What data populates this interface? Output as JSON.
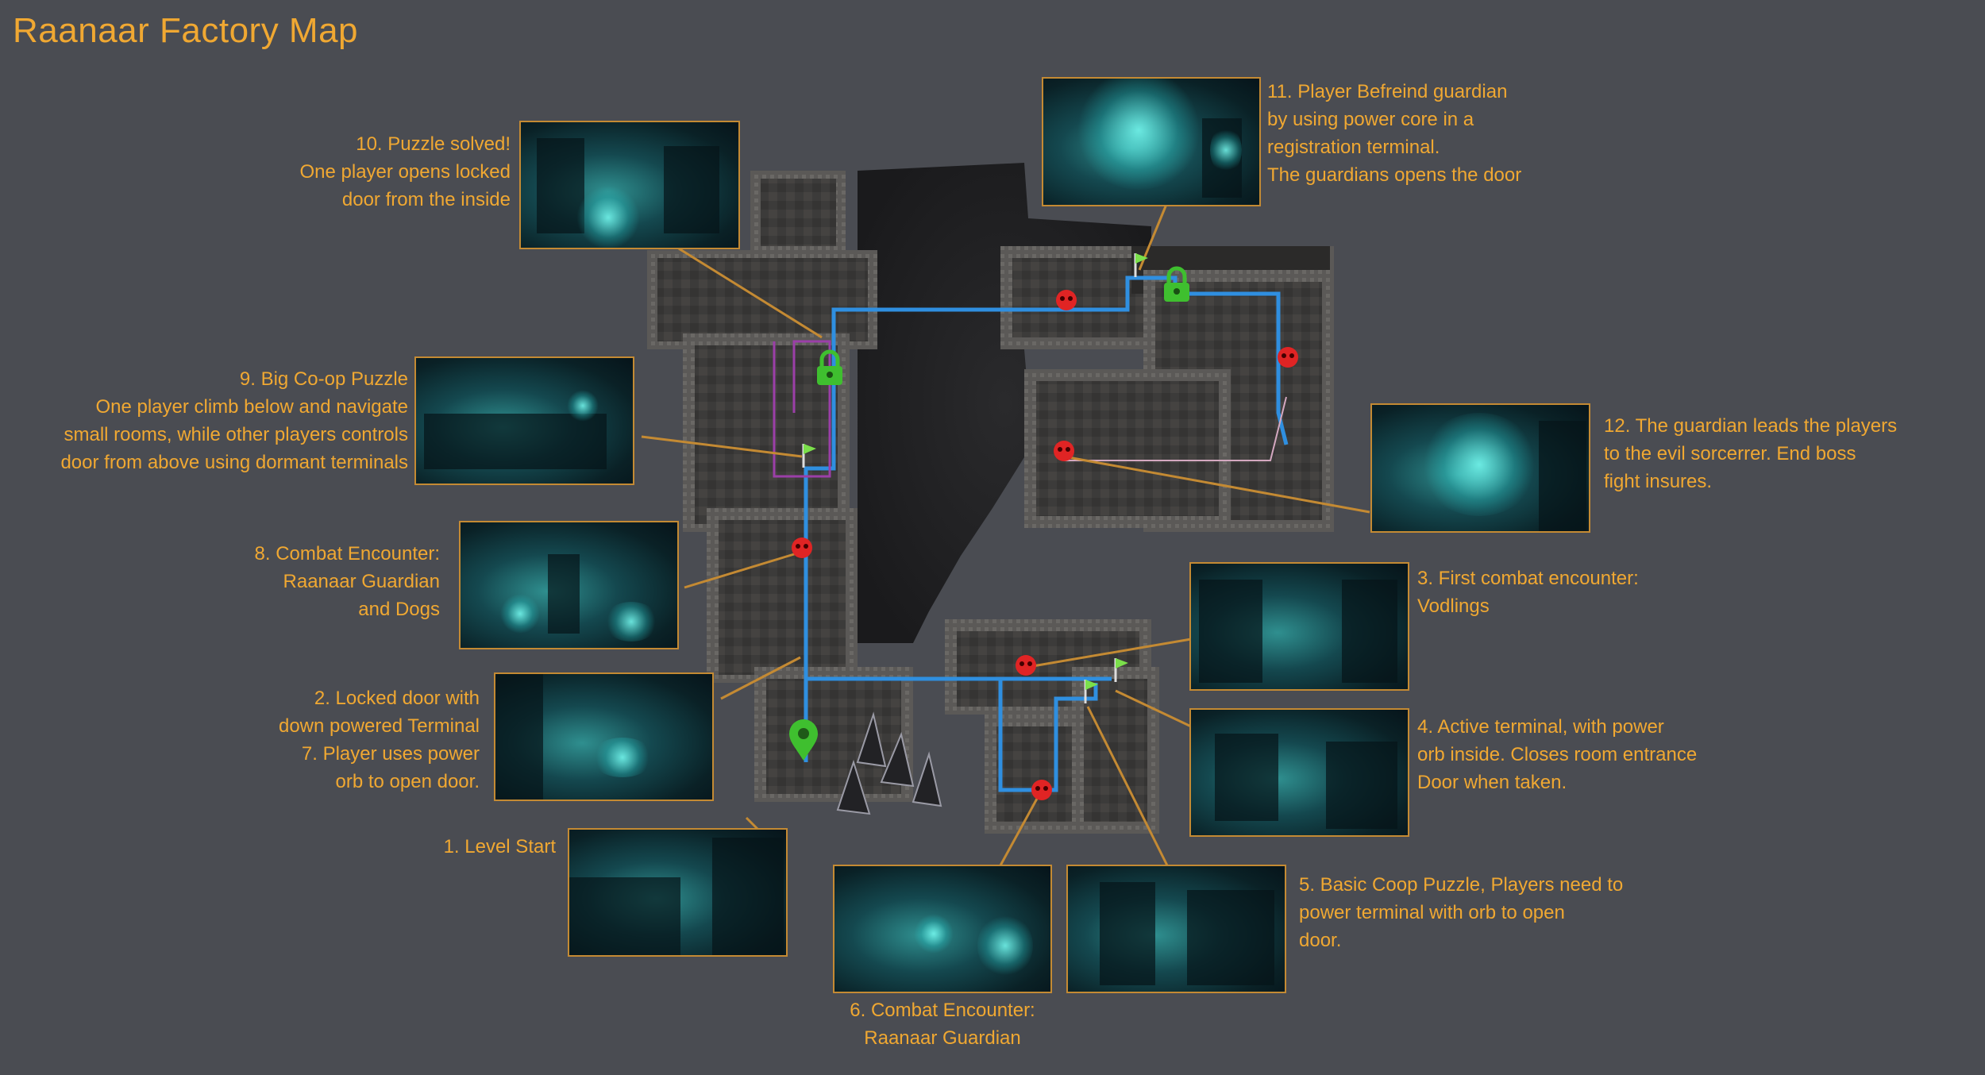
{
  "title": "Raanaar Factory Map",
  "colors": {
    "background": "#4a4c52",
    "caption": "#f0a832",
    "leader_line": "#c48a33",
    "player_path": "#2f8fe0",
    "puzzle_path": "#9b3fa8",
    "enemy_marker": "#e02424",
    "lock_marker": "#3fbf2f",
    "flag_marker": "#7be04b"
  },
  "legend_icons": {
    "enemy": "skull-icon",
    "locked_door": "padlock-icon",
    "checkpoint": "flag-icon",
    "start": "location-pin-icon"
  },
  "annotations": [
    {
      "id": "1",
      "caption": "1. Level Start",
      "icon": "location-pin-icon"
    },
    {
      "id": "2",
      "caption": "2. Locked door with\ndown powered Terminal\n7. Player uses power\norb to open door."
    },
    {
      "id": "3",
      "caption": "3. First combat encounter:\nVodlings",
      "icon": "skull-icon"
    },
    {
      "id": "4",
      "caption": "4. Active terminal, with power\norb inside. Closes room entrance\nDoor when taken.",
      "icon": "flag-icon"
    },
    {
      "id": "5",
      "caption": "5. Basic Coop Puzzle, Players need to\npower terminal with orb to open\ndoor.",
      "icon": "flag-icon"
    },
    {
      "id": "6",
      "caption": "6. Combat Encounter:\nRaanaar Guardian",
      "icon": "skull-icon"
    },
    {
      "id": "8",
      "caption": "8. Combat Encounter:\nRaanaar Guardian\nand Dogs",
      "icon": "skull-icon"
    },
    {
      "id": "9",
      "caption": "9. Big Co-op Puzzle\nOne player climb below and navigate\nsmall rooms, while other players controls\ndoor from above using dormant terminals",
      "icon": "flag-icon"
    },
    {
      "id": "10",
      "caption": "10. Puzzle solved!\nOne player opens locked\ndoor from the inside",
      "icon": "padlock-icon"
    },
    {
      "id": "11",
      "caption": "11. Player Befreind guardian\nby using power core in a\nregistration terminal.\nThe guardians opens the door",
      "icon": "flag-icon"
    },
    {
      "id": "12",
      "caption": "12. The guardian leads the players\nto the evil sorcerrer. End boss\nfight insures.",
      "icon": "skull-icon"
    }
  ]
}
